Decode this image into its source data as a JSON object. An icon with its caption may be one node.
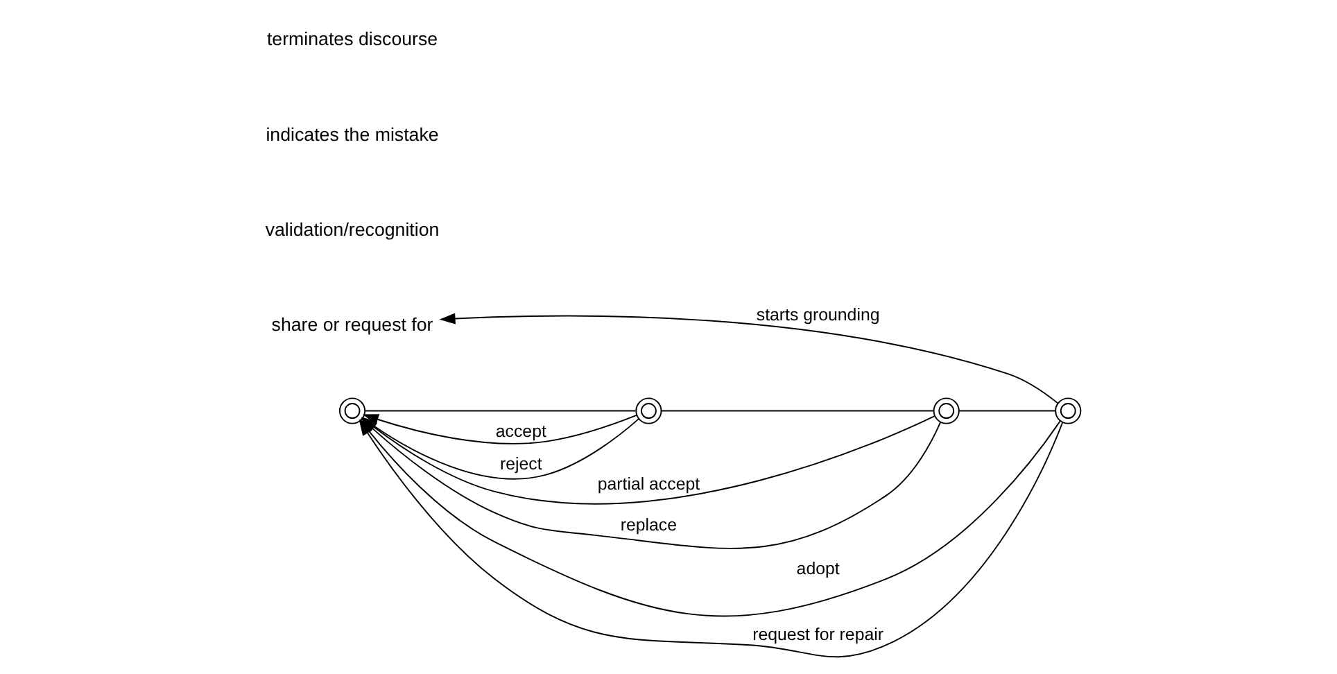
{
  "diagram": {
    "nodes": [
      {
        "text": [
          "share or request for"
        ]
      },
      {
        "text": [],
        "shape": "circle"
      },
      {
        "text": [],
        "shape": "circle"
      },
      {
        "text": [],
        "shape": "circle"
      },
      {
        "text": [],
        "shape": "circle"
      }
    ],
    "edges": [
      {
        "from": 1,
        "to": 2,
        "arrow": "none"
      },
      {
        "from": 2,
        "to": 3,
        "arrow": "none"
      },
      {
        "from": 3,
        "to": 4,
        "arrow": "none"
      },
      {
        "from": 4,
        "to": 0,
        "arrow": "to",
        "label": "starts grounding"
      },
      {
        "from": 2,
        "to": 1,
        "arrow": "to",
        "label": "accept"
      },
      {
        "from": 2,
        "to": 1,
        "arrow": "to",
        "label": "reject"
      },
      {
        "from": 3,
        "to": 1,
        "arrow": "to",
        "label": "partial accept"
      },
      {
        "from": 3,
        "to": 1,
        "arrow": "to",
        "label": "replace"
      },
      {
        "from": 4,
        "to": 1,
        "arrow": "to",
        "label": "adopt"
      },
      {
        "from": 4,
        "to": 1,
        "arrow": "to",
        "label": "request for repair"
      }
    ],
    "labels": [
      "validation/recognition",
      "indicates the mistake",
      "terminates discourse"
    ]
  }
}
